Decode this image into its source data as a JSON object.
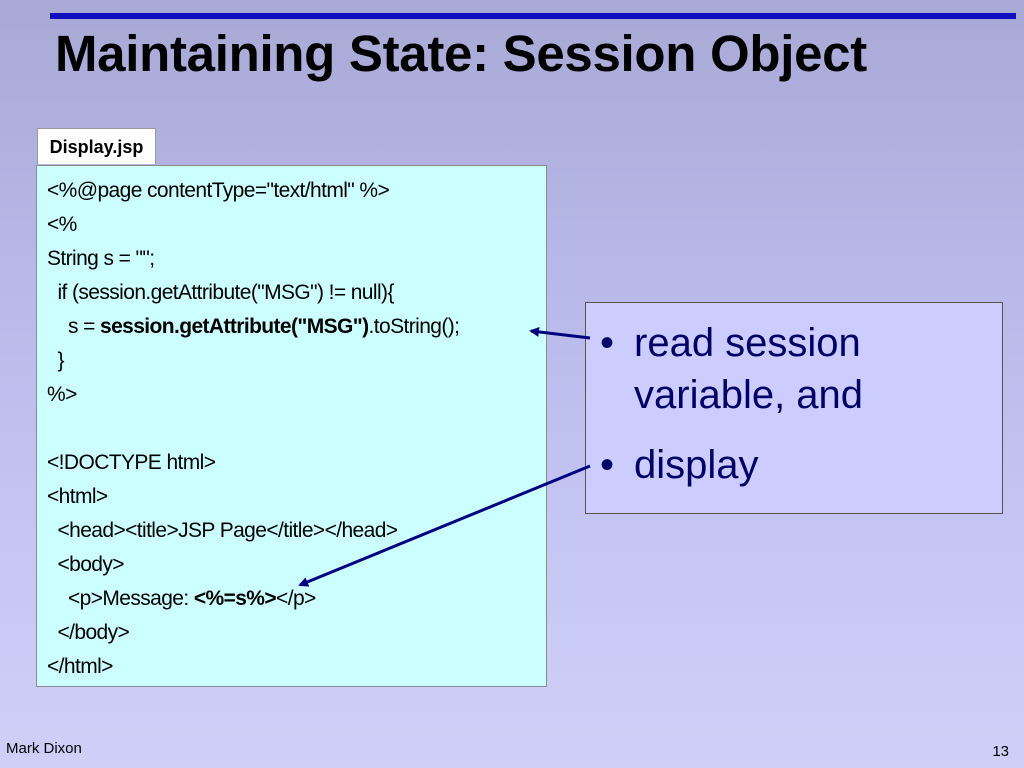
{
  "slide": {
    "title": "Maintaining State: Session Object",
    "accent_color": "#1010c0",
    "arrow_color": "#000080"
  },
  "file_tab": {
    "label": "Display.jsp"
  },
  "code": {
    "line_1": "<%@page contentType=\"text/html\" %>",
    "line_2": "<%",
    "line_3": "String s = \"\";",
    "line_4": "  if (session.getAttribute(\"MSG\") != null){",
    "line_5_prefix": "    s = ",
    "line_5_bold": "session.getAttribute(\"MSG\")",
    "line_5_suffix": ".toString();",
    "line_6": "  }",
    "line_7": "%>",
    "line_9": "<!DOCTYPE html>",
    "line_10": "<html>",
    "line_11": "  <head><title>JSP Page</title></head>",
    "line_12": "  <body>",
    "line_13_prefix": "    <p>Message: ",
    "line_13_bold": "<%=s%>",
    "line_13_suffix": "</p>",
    "line_14": "  </body>",
    "line_15": "</html>"
  },
  "bullets": {
    "item_1": "read session variable, and",
    "item_2": "display",
    "bullet_symbol": "•"
  },
  "footer": {
    "author": "Mark Dixon",
    "page_number": "13"
  }
}
